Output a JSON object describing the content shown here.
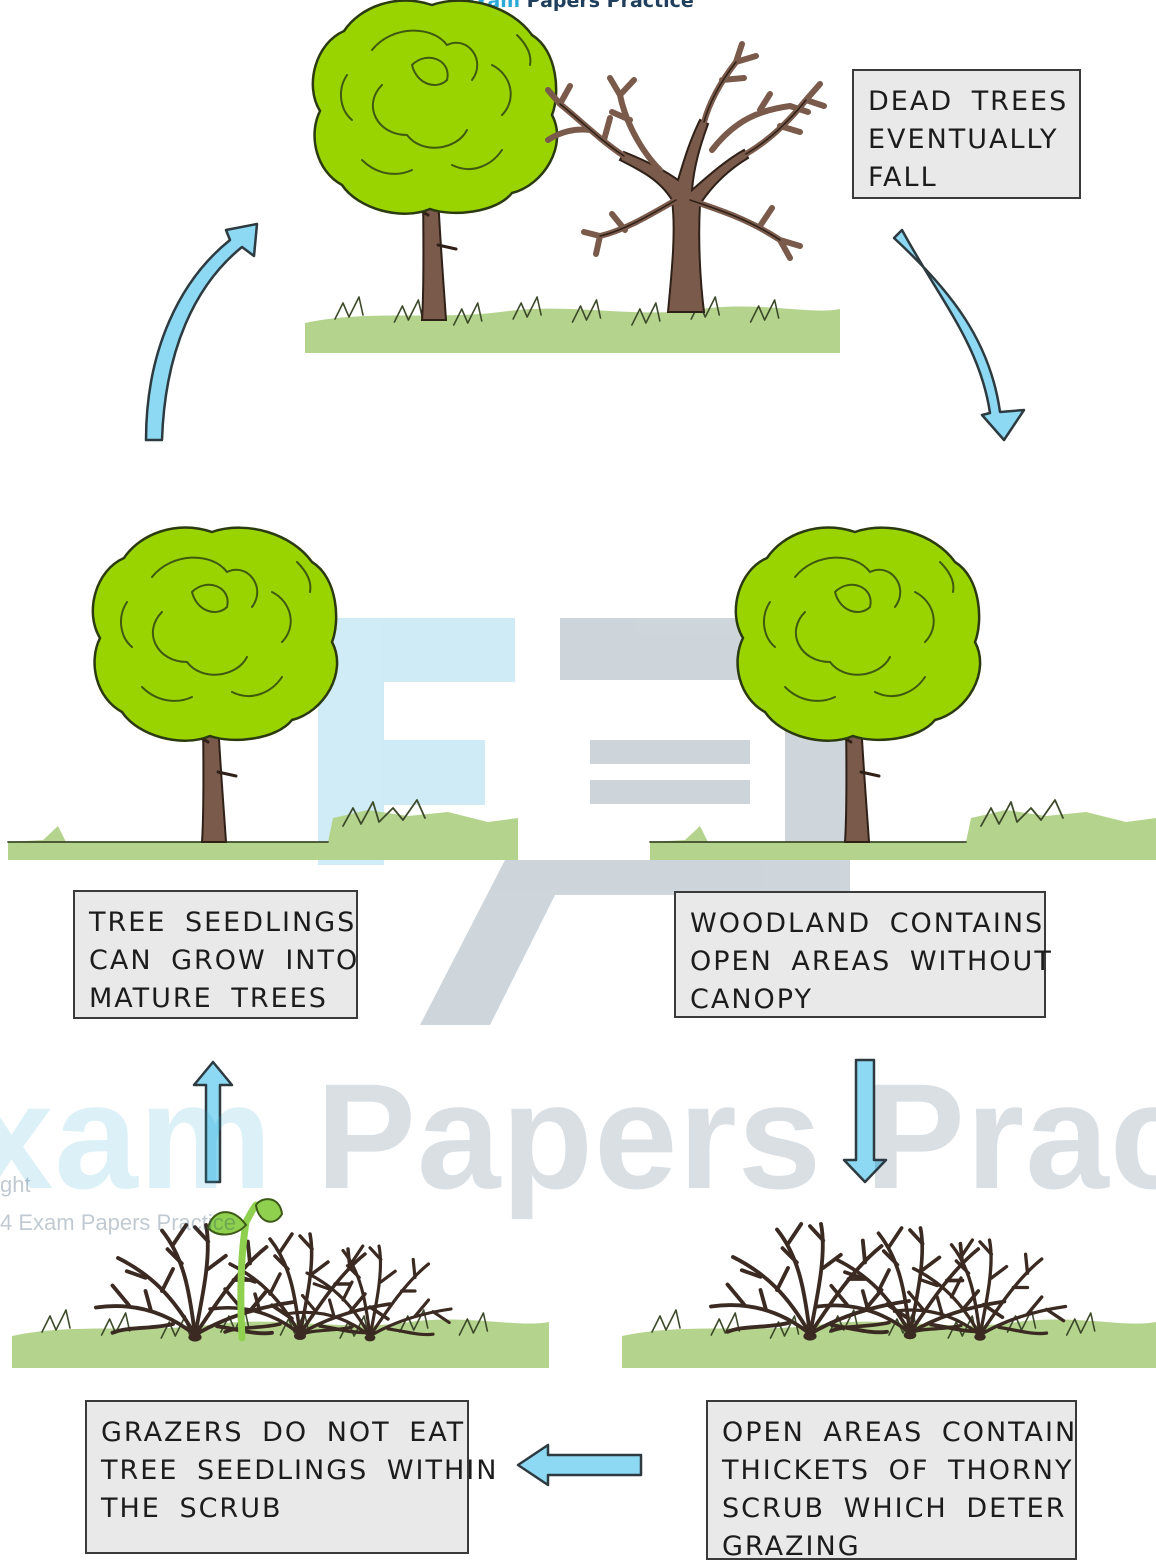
{
  "header": {
    "accent": "Exam",
    "rest": " Papers Practice"
  },
  "watermark": {
    "big_accent": "xam",
    "big_rest": " Papers Practic",
    "small_line1": "ght",
    "small_line2": "4 Exam Papers Practice"
  },
  "colors": {
    "arrow_fill": "#8dd8f2",
    "arrow_stroke": "#2d3a40",
    "foliage": "#99d400",
    "trunk": "#7a5a4a",
    "grass": "#b4d48d",
    "label_bg": "#e9e9e9",
    "seedling": "#8fd14f"
  },
  "stages": {
    "dead_trees": {
      "lines": [
        "DEAD TREES",
        "EVENTUALLY",
        "FALL"
      ]
    },
    "woodland": {
      "lines": [
        "WOODLAND CONTAINS",
        "OPEN AREAS WITHOUT",
        "CANOPY"
      ]
    },
    "thickets": {
      "lines": [
        "OPEN AREAS CONTAIN",
        "THICKETS OF THORNY",
        "SCRUB WHICH DETER",
        "GRAZING"
      ]
    },
    "grazers": {
      "lines": [
        "GRAZERS DO NOT EAT",
        "TREE SEEDLINGS WITHIN",
        "THE SCRUB"
      ]
    },
    "seedlings": {
      "lines": [
        "TREE SEEDLINGS",
        "CAN GROW INTO",
        "MATURE TREES"
      ]
    }
  },
  "illustrations": {
    "top": [
      "living-tree",
      "dead-tree"
    ],
    "middle_left": [
      "living-tree"
    ],
    "middle_right": [
      "living-tree"
    ],
    "bottom_left": [
      "thorny-scrub",
      "seedling"
    ],
    "bottom_right": [
      "thorny-scrub"
    ]
  },
  "arrows": [
    {
      "from": "dead_trees",
      "to": "woodland",
      "shape": "curved-down"
    },
    {
      "from": "woodland",
      "to": "thickets",
      "shape": "straight-down"
    },
    {
      "from": "thickets",
      "to": "grazers",
      "shape": "straight-left"
    },
    {
      "from": "grazers",
      "to": "seedlings",
      "shape": "straight-up"
    },
    {
      "from": "seedlings",
      "to": "dead_trees",
      "shape": "curved-up"
    }
  ]
}
